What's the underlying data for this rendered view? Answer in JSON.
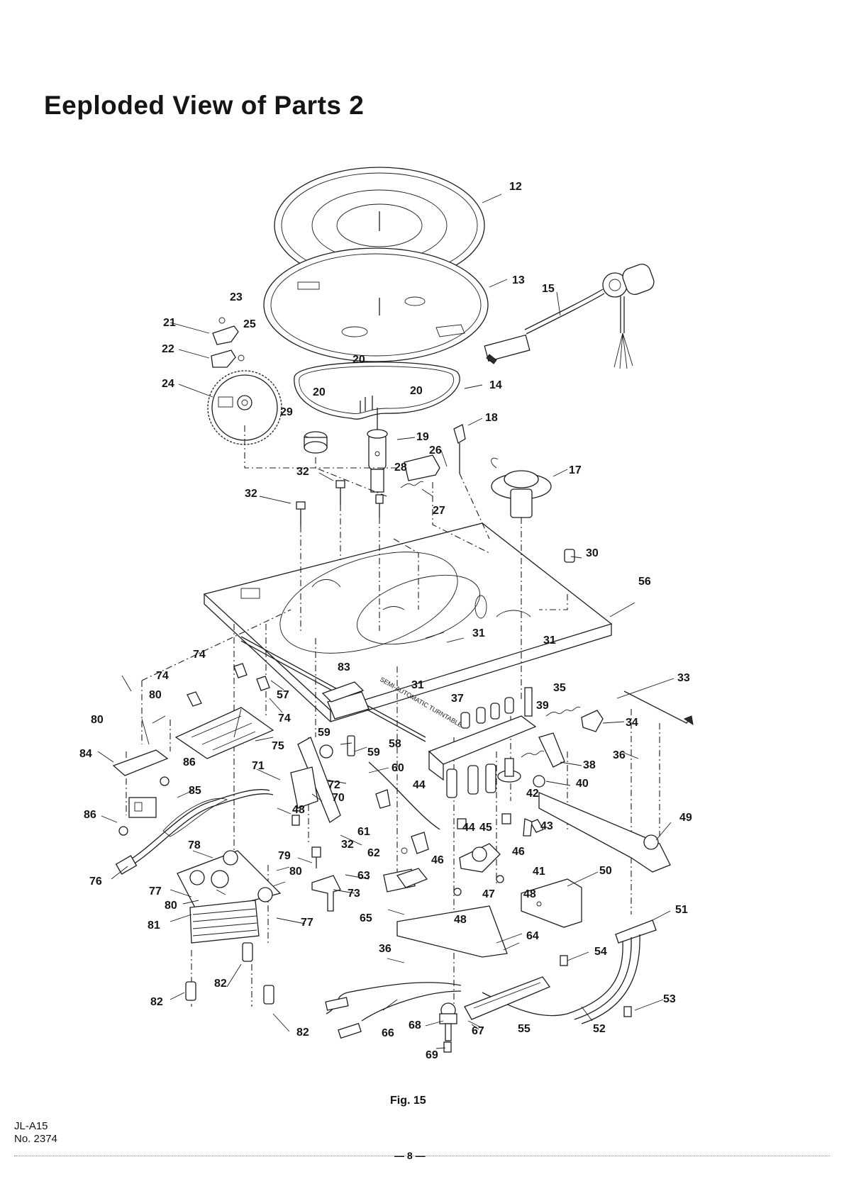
{
  "page": {
    "title": "Eeploded View of Parts 2",
    "figure_caption": "Fig. 15",
    "model": "JL-A15",
    "doc_number": "No. 2374",
    "page_number": "— 8 —"
  },
  "diagram": {
    "deck_label": "SEMI-AUTOMATIC TURNTABLE",
    "callouts": [
      "12",
      "13",
      "14",
      "15",
      "17",
      "18",
      "19",
      "20",
      "20",
      "20",
      "21",
      "22",
      "23",
      "24",
      "25",
      "26",
      "27",
      "28",
      "29",
      "30",
      "31",
      "31",
      "31",
      "32",
      "32",
      "32",
      "33",
      "34",
      "35",
      "36",
      "36",
      "37",
      "38",
      "39",
      "40",
      "41",
      "42",
      "43",
      "44",
      "44",
      "45",
      "46",
      "46",
      "47",
      "48",
      "48",
      "48",
      "49",
      "50",
      "51",
      "52",
      "53",
      "54",
      "55",
      "56",
      "57",
      "58",
      "59",
      "59",
      "60",
      "61",
      "62",
      "63",
      "64",
      "65",
      "66",
      "67",
      "68",
      "69",
      "70",
      "71",
      "72",
      "73",
      "74",
      "74",
      "74",
      "75",
      "76",
      "77",
      "77",
      "78",
      "79",
      "80",
      "80",
      "80",
      "80",
      "81",
      "82",
      "82",
      "82",
      "83",
      "84",
      "85",
      "86",
      "86"
    ]
  }
}
